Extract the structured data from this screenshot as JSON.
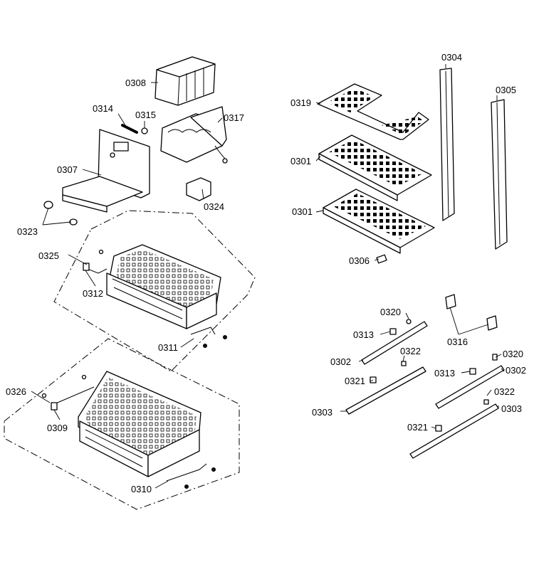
{
  "labels": {
    "l0308": "0308",
    "l0314": "0314",
    "l0315": "0315",
    "l0317": "0317",
    "l0307": "0307",
    "l0324": "0324",
    "l0323": "0323",
    "l0325": "0325",
    "l0312": "0312",
    "l0311": "0311",
    "l0326": "0326",
    "l0309": "0309",
    "l0310": "0310",
    "l0304": "0304",
    "l0305": "0305",
    "l0319": "0319",
    "l0301a": "0301",
    "l0301b": "0301",
    "l0306": "0306",
    "l0320a": "0320",
    "l0313a": "0313",
    "l0316": "0316",
    "l0302a": "0302",
    "l0322a": "0322",
    "l0321a": "0321",
    "l0303a": "0303",
    "l0320b": "0320",
    "l0313b": "0313",
    "l0302b": "0302",
    "l0322b": "0322",
    "l0303b": "0303",
    "l0321b": "0321"
  }
}
